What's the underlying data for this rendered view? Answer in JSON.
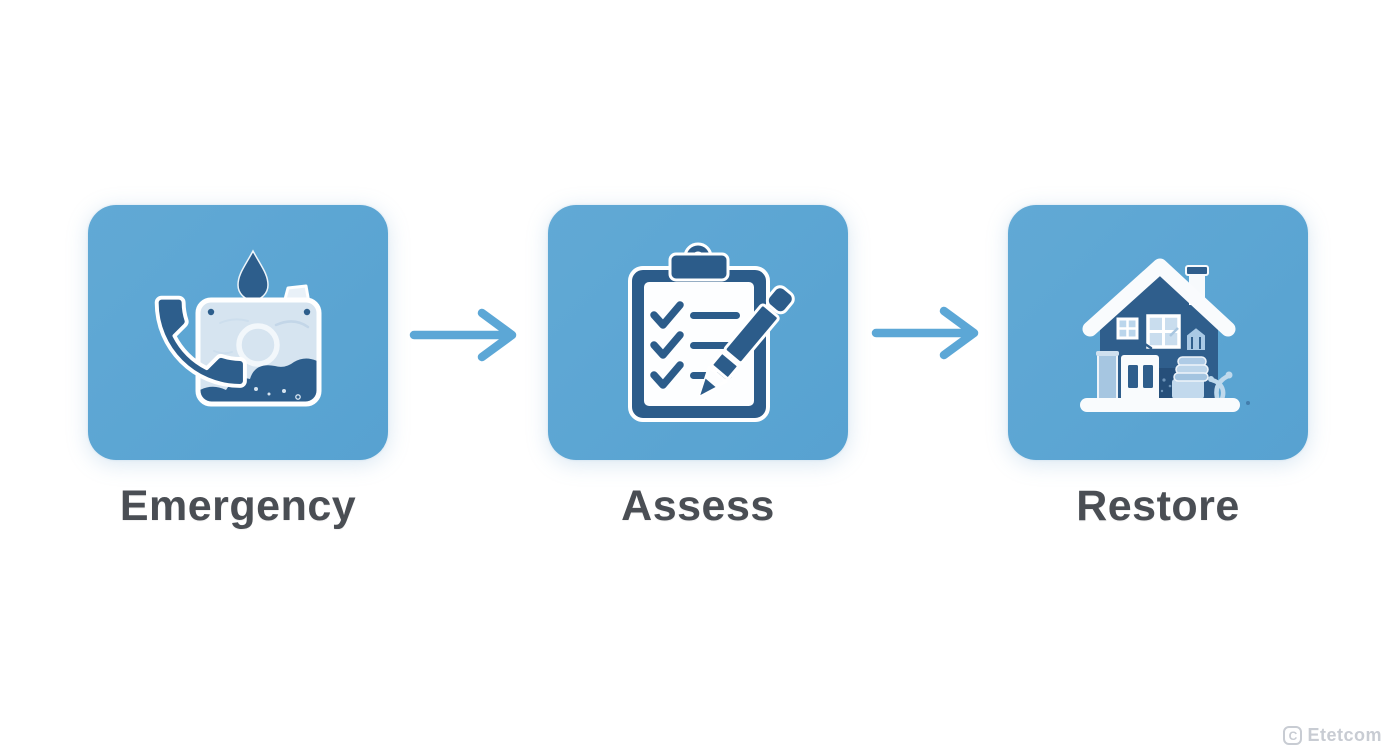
{
  "diagram": {
    "type": "process-flow",
    "description": "Three-step restoration process diagram",
    "steps": [
      {
        "label": "Emergency",
        "icon": "phone-camera-water-drop-icon"
      },
      {
        "label": "Assess",
        "icon": "clipboard-checklist-pen-icon"
      },
      {
        "label": "Restore",
        "icon": "restored-house-icon"
      }
    ],
    "connectors": [
      {
        "type": "arrow",
        "direction": "right"
      },
      {
        "type": "arrow",
        "direction": "right"
      }
    ]
  },
  "watermark": {
    "badge_letter": "C",
    "text": "Etetcom"
  },
  "colors": {
    "card_blue": "#5ba5d3",
    "icon_dark_blue": "#2d5e8c",
    "icon_light_blue": "#d6e4f0",
    "arrow_blue": "#5ca7d6",
    "label_gray": "#4a4e54",
    "watermark_gray": "#c8ccd3",
    "background": "#ffffff"
  }
}
